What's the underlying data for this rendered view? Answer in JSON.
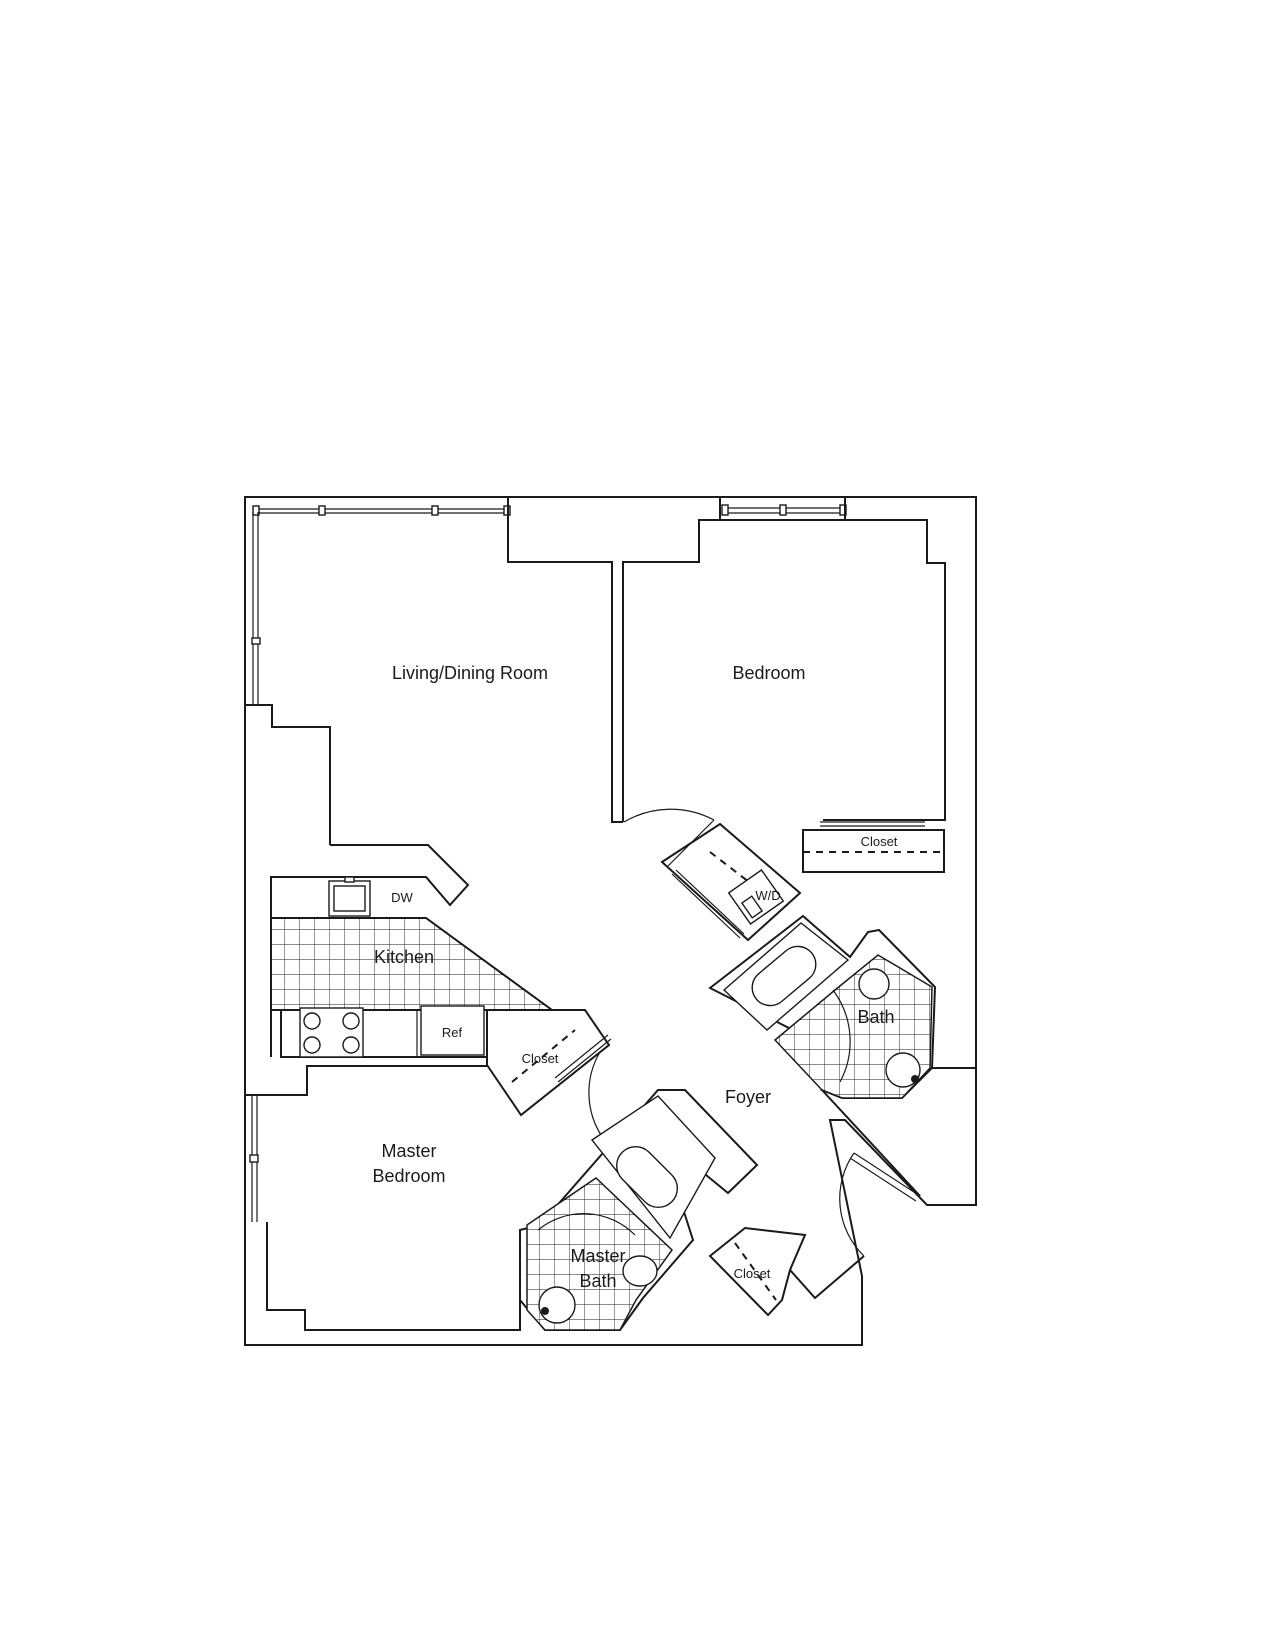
{
  "rooms": {
    "living": "Living/Dining Room",
    "bedroom": "Bedroom",
    "kitchen": "Kitchen",
    "foyer": "Foyer",
    "bath": "Bath",
    "master_bedroom_line1": "Master",
    "master_bedroom_line2": "Bedroom",
    "master_bath_line1": "Master",
    "master_bath_line2": "Bath"
  },
  "fixtures": {
    "dishwasher": "DW",
    "refrigerator": "Ref",
    "washer_dryer": "W/D",
    "closet_bedroom": "Closet",
    "closet_master": "Closet",
    "closet_foyer": "Closet"
  },
  "colors": {
    "line": "#1a1a1a",
    "background": "#ffffff"
  }
}
